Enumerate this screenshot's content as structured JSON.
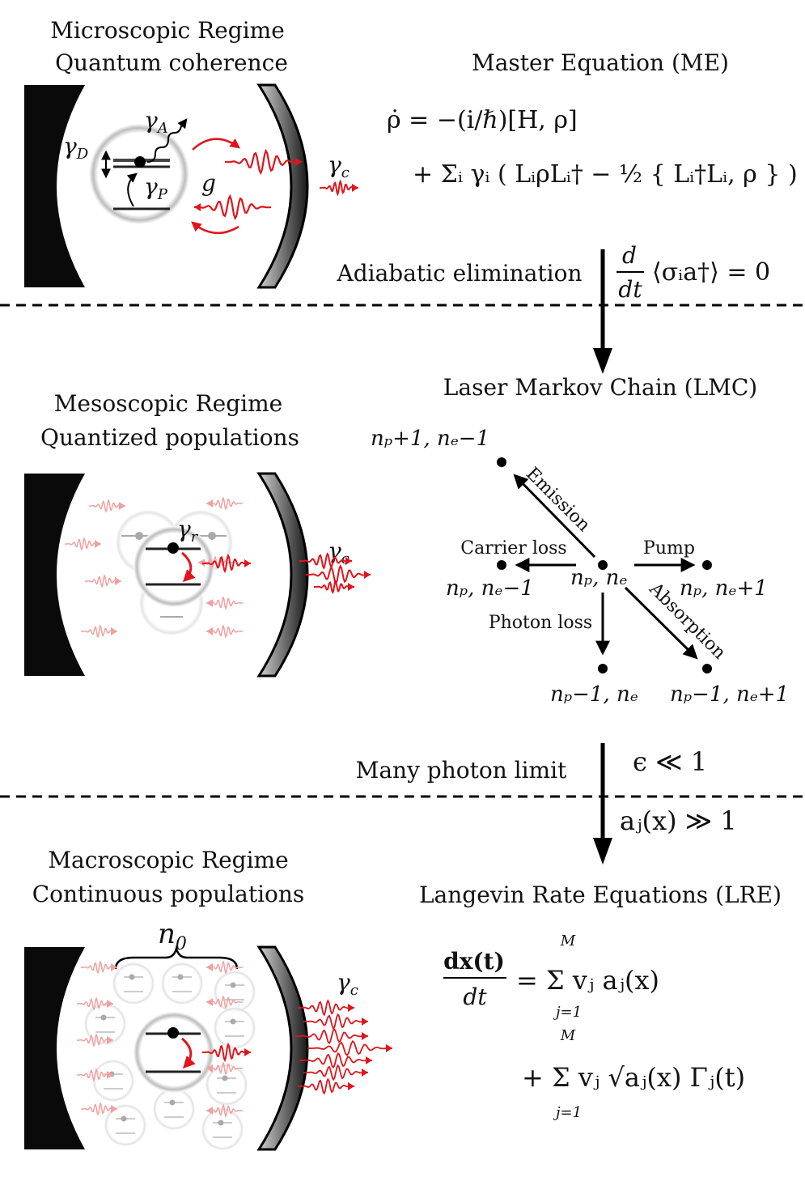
{
  "sections": {
    "micro": {
      "title_line1": "Microscopic Regime",
      "title_line2": "Quantum coherence",
      "symbols": {
        "gamma_d": "γ",
        "gamma_d_sub": "D",
        "gamma_a": "γ",
        "gamma_a_sub": "A",
        "gamma_p": "γ",
        "gamma_p_sub": "P",
        "coupling": "g",
        "gamma_c": "γ",
        "gamma_c_sub": "c"
      }
    },
    "meso": {
      "title_line1": "Mesoscopic Regime",
      "title_line2": "Quantized populations",
      "symbols": {
        "gamma_r": "γ",
        "gamma_r_sub": "r",
        "gamma_c": "γ",
        "gamma_c_sub": "c"
      }
    },
    "macro": {
      "title_line1": "Macroscopic Regime",
      "title_line2": "Continuous populations",
      "symbols": {
        "n0": "n",
        "n0_sub": "0",
        "gamma_c": "γ",
        "gamma_c_sub": "c"
      }
    }
  },
  "models": {
    "me": {
      "title": "Master Equation (ME)",
      "eq_line1": "ρ̇ = −(i/ℏ)[H, ρ]",
      "eq_line2": "+ Σᵢ γᵢ ( LᵢρLᵢ† − ½ { Lᵢ†Lᵢ, ρ } )"
    },
    "lmc": {
      "title": "Laser Markov Chain (LMC)",
      "nodes": {
        "center": "nₚ, nₑ",
        "top_left": "nₚ+1, nₑ−1",
        "left": "nₚ, nₑ−1",
        "right": "nₚ, nₑ+1",
        "bottom": "nₚ−1, nₑ",
        "bottom_right": "nₚ−1, nₑ+1"
      },
      "edges": {
        "emission": "Emission",
        "carrier_loss": "Carrier loss",
        "pump": "Pump",
        "photon_loss": "Photon loss",
        "absorption": "Absorption"
      }
    },
    "lre": {
      "title": "Langevin Rate Equations (LRE)",
      "eq_line1_lhs_num": "dx(t)",
      "eq_line1_lhs_den": "dt",
      "eq_line1_rhs": "= Σ vⱼ aⱼ(x)",
      "eq_line2_rhs": "+ Σ vⱼ √aⱼ(x) Γⱼ(t)",
      "sum_upper": "M",
      "sum_lower": "j=1"
    }
  },
  "transitions": {
    "first": {
      "label": "Adiabatic elimination",
      "condition": "⟨σᵢa†⟩ = 0",
      "cond_frac_num": "d",
      "cond_frac_den": "dt"
    },
    "second": {
      "label": "Many photon limit",
      "condition_a": "ϵ ≪ 1",
      "condition_b": "aⱼ(x) ≫ 1"
    }
  },
  "colors": {
    "ink": "#000000",
    "photon": "#e0141c",
    "photon_faint": "#f2a0a0",
    "mirror_dark": "#0a0a0a",
    "mirror_grad_light": "#c8c8c8",
    "emitter_ring": "#9a9a9a"
  }
}
